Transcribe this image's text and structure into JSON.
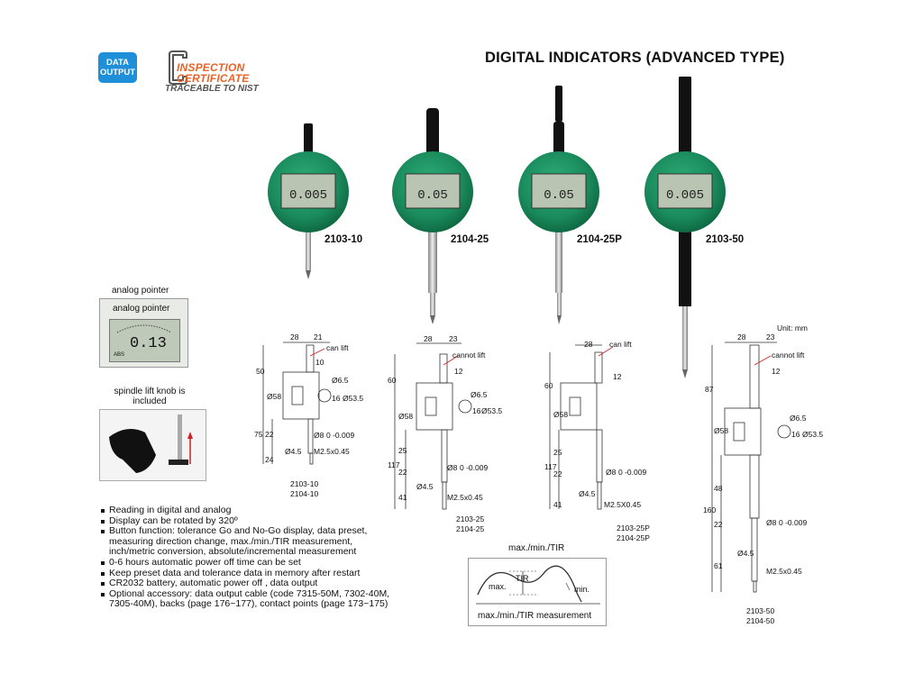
{
  "badge": {
    "line1": "DATA",
    "line2": "OUTPUT"
  },
  "certificate": {
    "line1": "INSPECTION",
    "line2": "CERTIFICATE",
    "sub": "TRACEABLE TO NIST"
  },
  "title": "DIGITAL INDICATORS (ADVANCED TYPE)",
  "products": [
    {
      "model": "2103-10",
      "display": "0.005"
    },
    {
      "model": "2104-25",
      "display": "0.05"
    },
    {
      "model": "2104-25P",
      "display": "0.05"
    },
    {
      "model": "2103-50",
      "display": "0.005"
    }
  ],
  "analog": {
    "caption_outer": "analog pointer",
    "caption_inner": "analog pointer",
    "reading": "0.13",
    "abs": "ABS"
  },
  "spindle": {
    "caption_line1": "spindle lift knob is",
    "caption_line2": "included"
  },
  "features": [
    "Reading in digital and analog",
    "Display can be rotated by 320º",
    "Button function: tolerance Go and No-Go display, data preset,",
    "measuring direction change, max./min./TIR measurement,",
    "inch/metric conversion, absolute/incremental measurement",
    "0-6 hours automatic power off time can be set",
    "Keep preset data and tolerance data in memory after restart",
    "CR2032 battery, automatic power off , data output",
    "Optional accessory: data output cable (code 7315-50M, 7302-40M,",
    "7305-40M), backs (page 176~177), contact points (page 173~175)"
  ],
  "tir": {
    "title": "max./min./TIR",
    "max": "max.",
    "min": "min.",
    "tir": "TIR",
    "caption": "max./min./TIR measurement"
  },
  "drawings": {
    "d1": {
      "top1": "28",
      "top2": "21",
      "lift": "can lift",
      "n10": "10",
      "n50": "50",
      "n58": "Ø58",
      "n65": "Ø6.5",
      "n16": "16",
      "n535": "Ø53.5",
      "n75": "75",
      "n22": "22",
      "n8": "Ø8",
      "tol": "0 -0.009",
      "n45": "Ø4.5",
      "m25": "M2.5x0.45",
      "n24": "24",
      "label1": "2103-10",
      "label2": "2104-10"
    },
    "d2": {
      "top1": "28",
      "top2": "23",
      "lift": "cannot lift",
      "n12": "12",
      "n60": "60",
      "n58": "Ø58",
      "n65": "Ø6.5",
      "n16": "16",
      "n535": "Ø53.5",
      "n117": "117",
      "n25": "25",
      "n22": "22",
      "n8": "Ø8",
      "tol": "0 -0.009",
      "n45": "Ø4.5",
      "n41": "41",
      "m25": "M2.5x0.45",
      "label1": "2103-25",
      "label2": "2104-25"
    },
    "d3": {
      "top1": "28",
      "lift": "can lift",
      "n12": "12",
      "n60": "60",
      "n58": "Ø58",
      "n117": "117",
      "n25": "25",
      "n22": "22",
      "n8": "Ø8",
      "tol": "0 -0.009",
      "n45": "Ø4.5",
      "n41": "41",
      "m25": "M2.5X0.45",
      "label1": "2103-25P",
      "label2": "2104-25P"
    },
    "d4": {
      "unit": "Unit: mm",
      "top1": "28",
      "top2": "23",
      "lift": "cannot lift",
      "n12": "12",
      "n87": "87",
      "n58": "Ø58",
      "n65": "Ø6.5",
      "n16": "16",
      "n535": "Ø53.5",
      "n160": "160",
      "n48": "48",
      "n22": "22",
      "n8": "Ø8",
      "tol": "0 -0.009",
      "n45": "Ø4.5",
      "n61": "61",
      "m25": "M2.5x0.45",
      "label1": "2103-50",
      "label2": "2104-50"
    }
  },
  "colors": {
    "badge": "#1e8fd8",
    "cert": "#e8642a",
    "dial": "#1a8a5c",
    "lcd": "#b9c4b2"
  }
}
